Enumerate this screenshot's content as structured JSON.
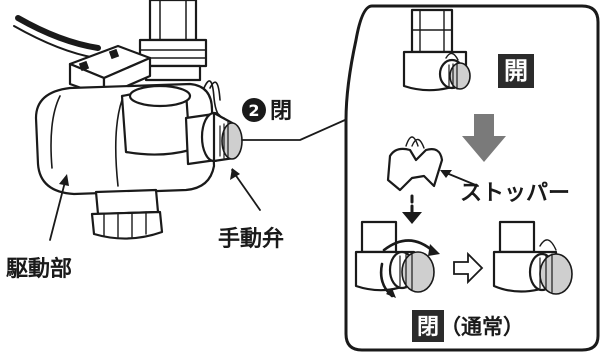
{
  "callout": {
    "step_number": "2",
    "step_label": "閉",
    "manual_valve": "手動弁",
    "drive_unit": "駆動部",
    "stopper": "ストッパー",
    "open_badge": "開",
    "close_badge": "閉",
    "normal_note": "（通常）"
  },
  "colors": {
    "ink": "#1a1a1a",
    "arrow_gray": "#7a7a7a",
    "badge_bg": "#2b2b2b",
    "badge_text": "#ffffff"
  }
}
